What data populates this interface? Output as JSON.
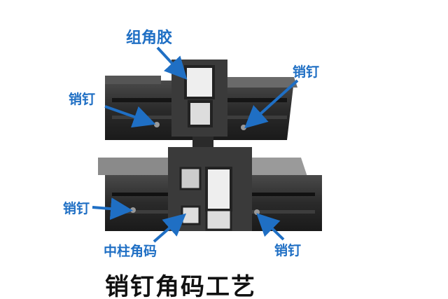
{
  "labels": {
    "corner_glue": "组角胶",
    "pin_top_right": "销钉",
    "pin_top_left": "销钉",
    "pin_bottom_left": "销钉",
    "mullion_corner_bracket": "中柱角码",
    "pin_bottom_right": "销钉"
  },
  "title": "销钉角码工艺",
  "colors": {
    "label": "#1f6fc4",
    "arrow": "#1f6fc4",
    "profile": "#2b2b2b"
  }
}
